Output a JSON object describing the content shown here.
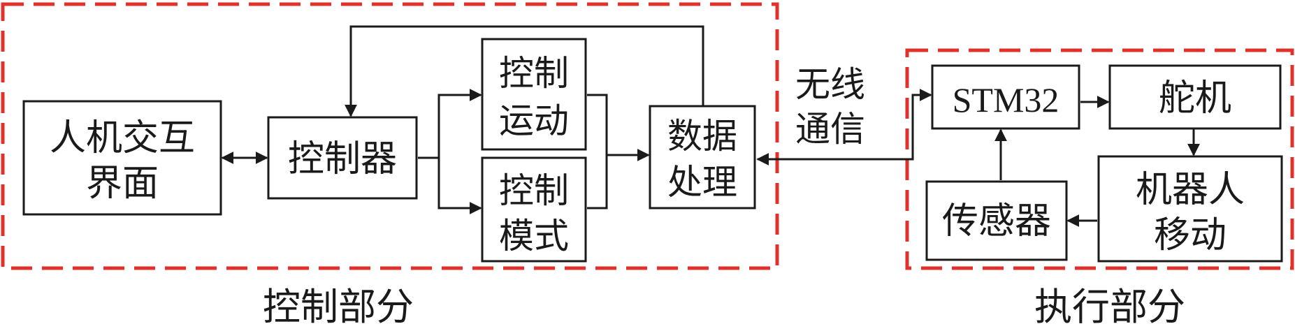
{
  "groups": {
    "control_label": "控制部分",
    "execute_label": "执行部分",
    "border_color": "#e0312b"
  },
  "nodes": {
    "hmi": {
      "line1": "人机交互",
      "line2": "界面"
    },
    "controller": {
      "label": "控制器"
    },
    "motion_control": {
      "line1": "控制",
      "line2": "运动"
    },
    "mode_control": {
      "line1": "控制",
      "line2": "模式"
    },
    "data_processing": {
      "line1": "数据",
      "line2": "处理"
    },
    "stm32": {
      "label": "STM32"
    },
    "servo": {
      "label": "舵机"
    },
    "robot_move": {
      "line1": "机器人",
      "line2": "移动"
    },
    "sensor": {
      "label": "传感器"
    }
  },
  "link": {
    "line1": "无线",
    "line2": "通信"
  }
}
